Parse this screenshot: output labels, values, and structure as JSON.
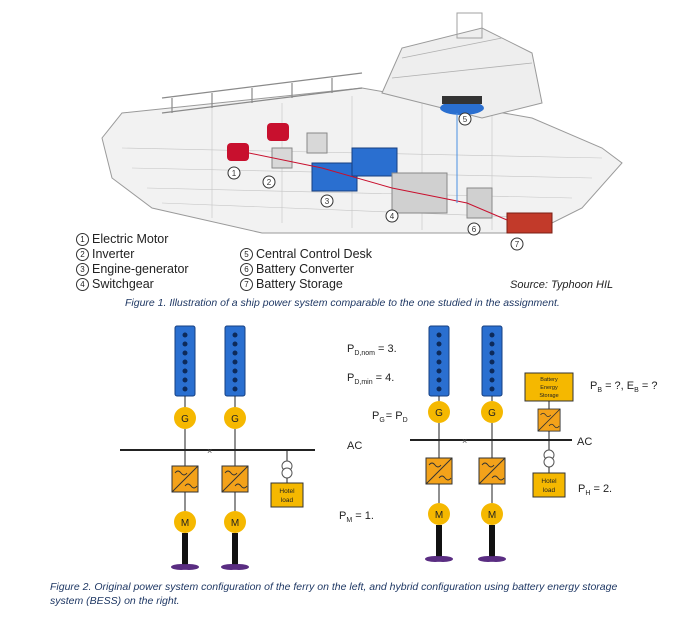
{
  "figure1": {
    "legend_col1": [
      {
        "num": "1",
        "text": "Electric Motor"
      },
      {
        "num": "2",
        "text": "Inverter"
      },
      {
        "num": "3",
        "text": "Engine-generator"
      },
      {
        "num": "4",
        "text": "Switchgear"
      }
    ],
    "legend_col2": [
      {
        "num": "5",
        "text": "Central Control Desk"
      },
      {
        "num": "6",
        "text": "Battery Converter"
      },
      {
        "num": "7",
        "text": "Battery Storage"
      }
    ],
    "callouts": [
      "1",
      "2",
      "3",
      "4",
      "5",
      "6",
      "7"
    ],
    "source": "Source: Typhoon HIL",
    "caption": "Figure 1. Illustration of a ship power system comparable to the one studied in the assignment."
  },
  "figure2": {
    "generator_label": "G",
    "motor_label": "M",
    "ac_left": "AC",
    "ac_right": "AC",
    "hotel_load_left": [
      "Hotel",
      "load"
    ],
    "hotel_load_right": [
      "Hotel",
      "load"
    ],
    "battery_box": [
      "Battery",
      "Energy",
      "Storage"
    ],
    "eq_pd_nom": "P",
    "eq_pd_nom_sub": "D,nom",
    "eq_pd_nom_val": " = 3.",
    "eq_pd_min": "P",
    "eq_pd_min_sub": "D,min",
    "eq_pd_min_val": " = 4.",
    "eq_pg": "P",
    "eq_pg_sub": "G",
    "eq_pg_mid": "= P",
    "eq_pg_sub2": "D",
    "eq_pm": "P",
    "eq_pm_sub": "M",
    "eq_pm_val": " = 1.",
    "eq_pb": "P",
    "eq_pb_sub": "B",
    "eq_pb_mid": " = ?, E",
    "eq_pb_sub2": "B",
    "eq_pb_val": " = ?",
    "eq_ph": "P",
    "eq_ph_sub": "H",
    "eq_ph_val": " = 2.",
    "caption": "Figure 2. Original power system configuration of the ferry on the left, and hybrid configuration using battery energy storage system (BESS) on the right."
  },
  "colors": {
    "engine_blue": "#2a6fd0",
    "generator_yellow": "#f5b800",
    "converter_orange": "#f3a21a",
    "caption_blue": "#1f3864",
    "red_motor": "#c8102e"
  }
}
